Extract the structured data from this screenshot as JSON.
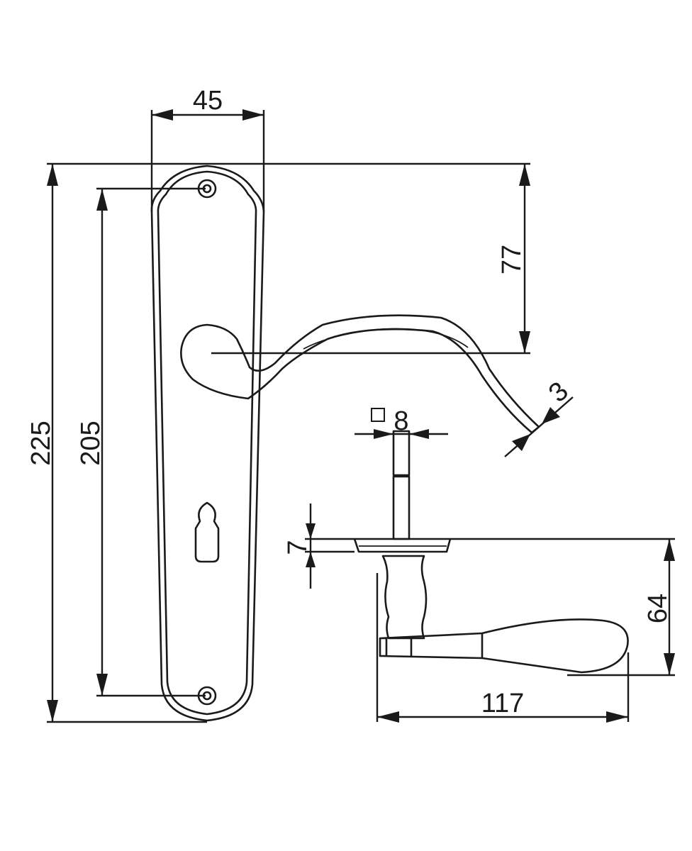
{
  "dimensions": {
    "plate_width": "45",
    "overall_height": "225",
    "screw_spacing": "205",
    "handle_height": "77",
    "lever_thickness": "3",
    "spindle_square": "8",
    "rose_thickness": "7",
    "projection": "64",
    "lever_length": "117"
  },
  "symbols": {
    "square_spindle": "square-symbol"
  },
  "colors": {
    "line": "#1a1a1a",
    "background": "#ffffff"
  }
}
